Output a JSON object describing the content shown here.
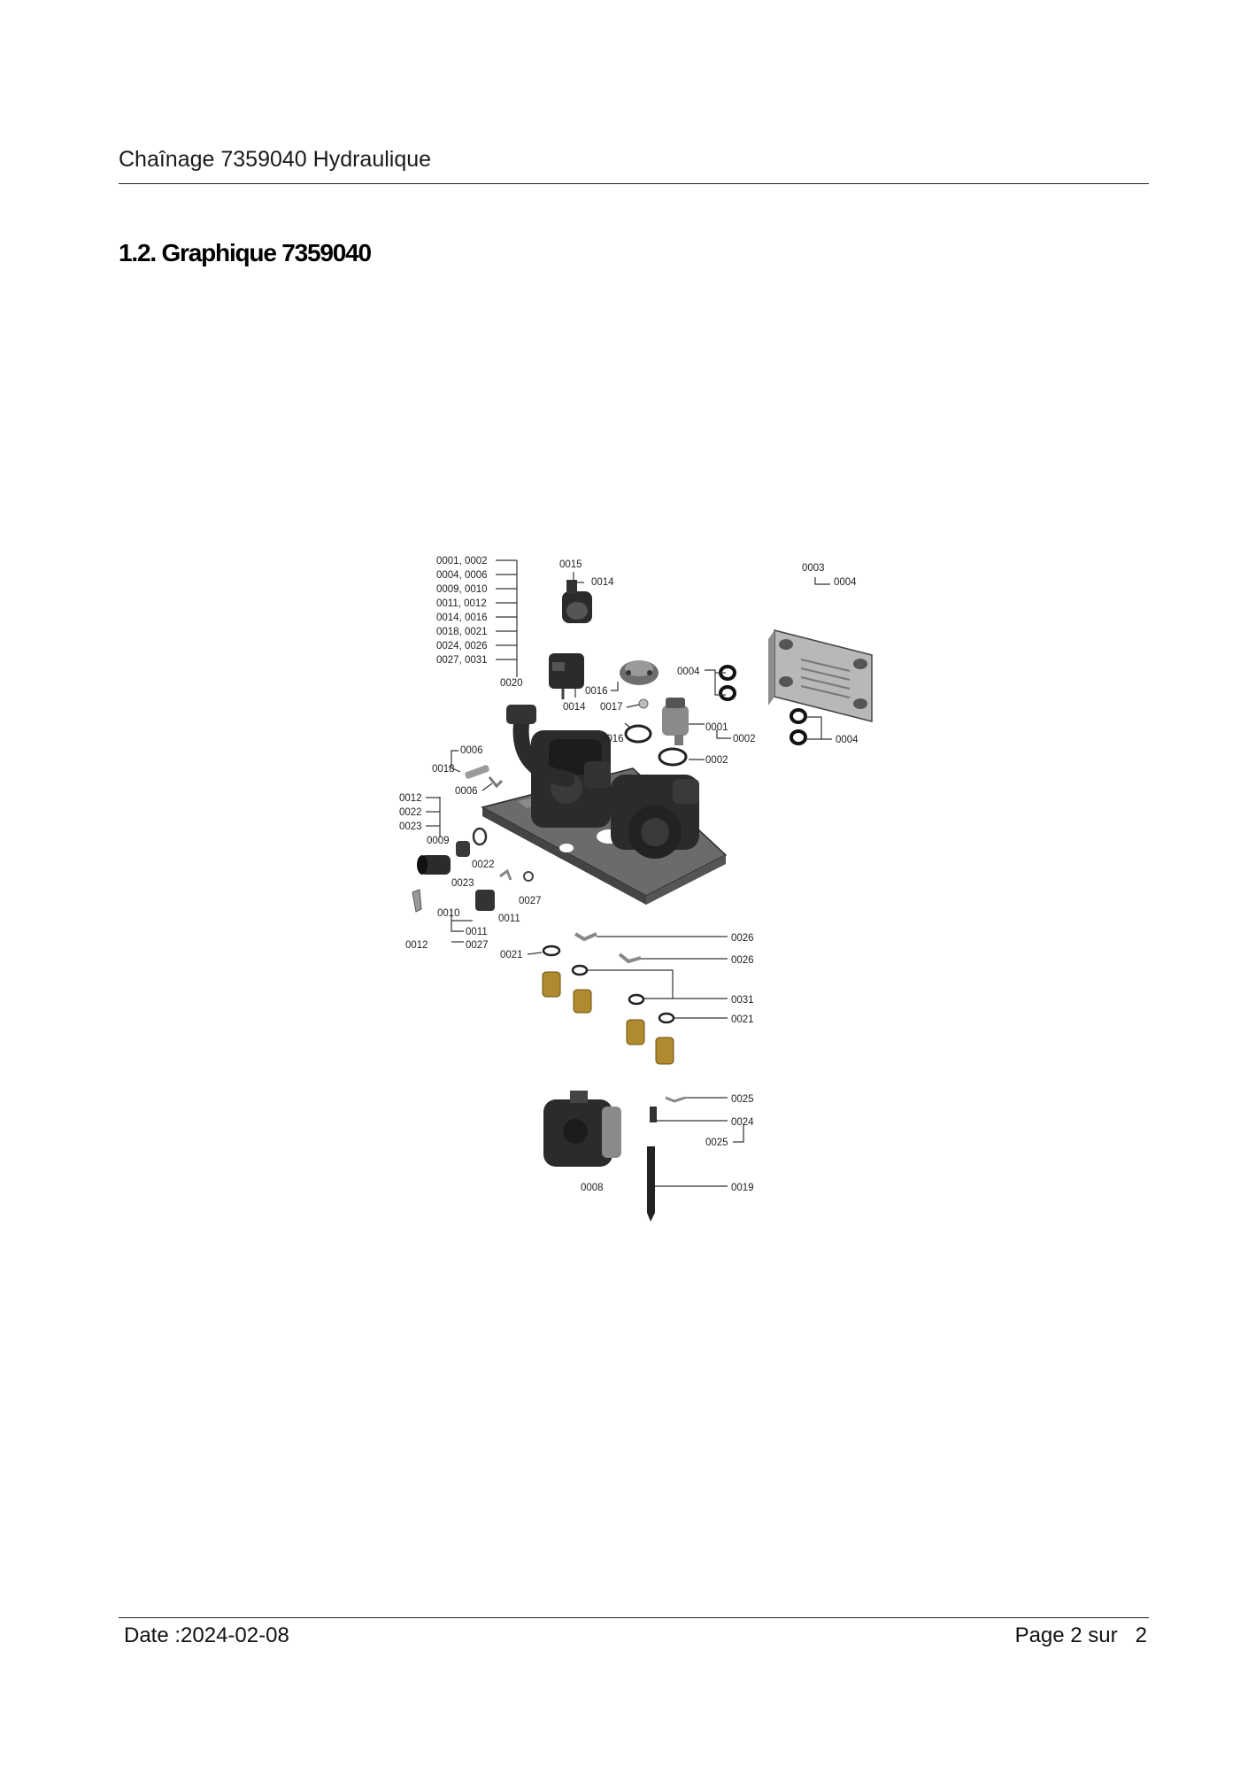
{
  "document": {
    "header_title": "Chaînage 7359040 Hydraulique",
    "section_title": "1.2. Graphique 7359040",
    "footer_date": "Date :2024-02-08",
    "footer_page": "Page 2 sur   2"
  },
  "diagram": {
    "left_group_labels": [
      "0001, 0002",
      "0004, 0006",
      "0009, 0010",
      "0011, 0012",
      "0014, 0016",
      "0018, 0021",
      "0024, 0026",
      "0027, 0031"
    ],
    "callouts": {
      "c0020": "0020",
      "c0015": "0015",
      "c0014a": "0014",
      "c0014b": "0014",
      "c0003": "0003",
      "c0004a": "0004",
      "c0004b": "0004",
      "c0004c": "0004",
      "c0016a": "0016",
      "c0017": "0017",
      "c0016b": "0016",
      "c0001": "0001",
      "c0002a": "0002",
      "c0002b": "0002",
      "c0006a": "0006",
      "c0018": "0018",
      "c0006b": "0006",
      "c0012a": "0012",
      "c0022a": "0022",
      "c0023a": "0023",
      "c0009": "0009",
      "c0022b": "0022",
      "c0023b": "0023",
      "c0027a": "0027",
      "c0010": "0010",
      "c0011a": "0011",
      "c0011b": "0011",
      "c0012b": "0012",
      "c0027b": "0027",
      "c0026a": "0026",
      "c0021a": "0021",
      "c0026b": "0026",
      "c0031": "0031",
      "c0021b": "0021",
      "c0025a": "0025",
      "c0024": "0024",
      "c0025b": "0025",
      "c0008": "0008",
      "c0019": "0019"
    }
  }
}
